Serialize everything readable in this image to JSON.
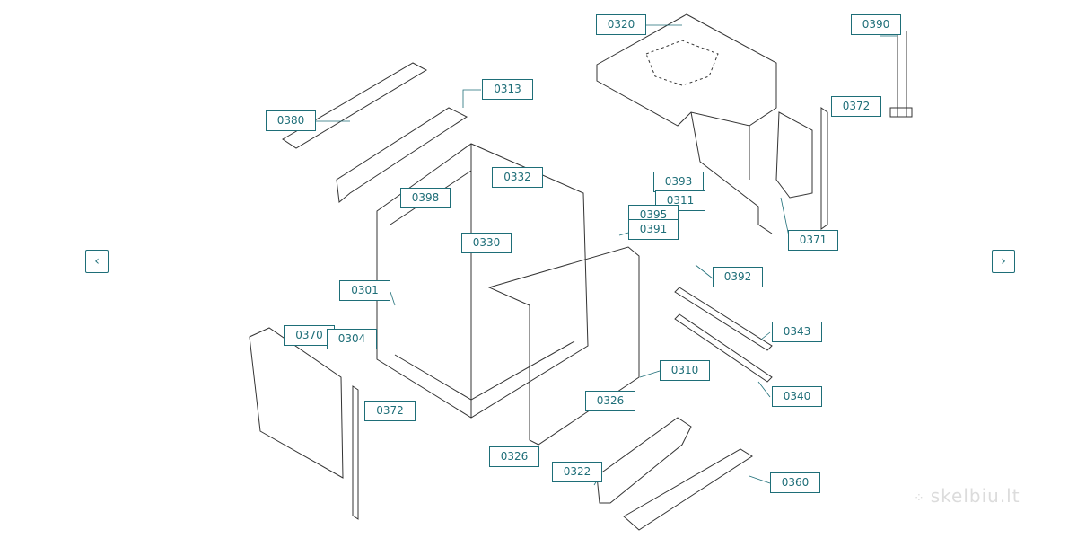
{
  "diagram": {
    "nav_prev_icon": "chevron-left-icon",
    "nav_next_icon": "chevron-right-icon",
    "nav_prev_glyph": "‹",
    "nav_next_glyph": "›",
    "labels": [
      "0320",
      "0390",
      "0313",
      "0380",
      "0372",
      "0332",
      "0398",
      "0393",
      "0311",
      "0395",
      "0391",
      "0330",
      "0371",
      "0392",
      "0301",
      "0343",
      "0370",
      "0304",
      "0310",
      "0326",
      "0340",
      "0372",
      "0326",
      "0322",
      "0360"
    ],
    "watermark": "skelbiu.lt",
    "line_color": "#1e6e78"
  }
}
